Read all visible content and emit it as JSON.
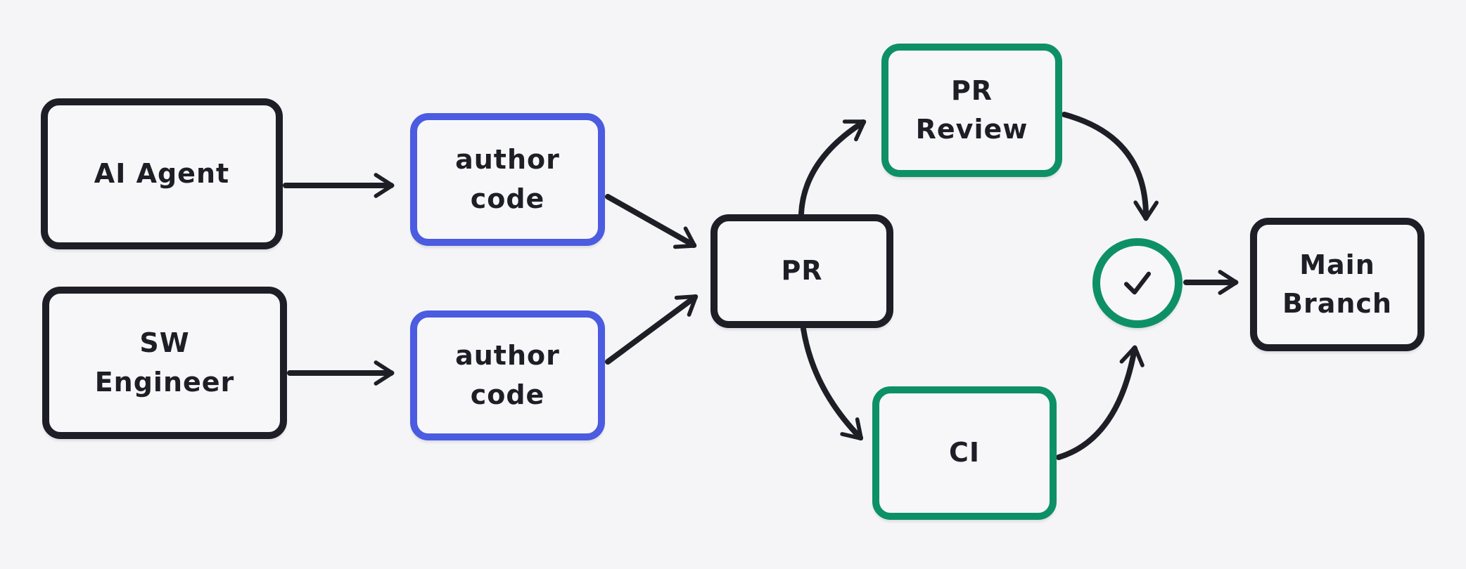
{
  "diagram": {
    "background_color": "#f5f5f8",
    "stroke_color": "#1e1e26",
    "blue_accent": "#4b5ce0",
    "green_accent": "#0e9067",
    "nodes": {
      "ai_agent": {
        "label": "AI Agent",
        "border_color": "#1e1e26"
      },
      "sw_engineer": {
        "label": "SW\nEngineer",
        "border_color": "#1e1e26"
      },
      "author_code_top": {
        "label": "author\ncode",
        "border_color": "#4b5ce0"
      },
      "author_code_bottom": {
        "label": "author\ncode",
        "border_color": "#4b5ce0"
      },
      "pr": {
        "label": "PR",
        "border_color": "#1e1e26"
      },
      "pr_review": {
        "label": "PR\nReview",
        "border_color": "#0e9067"
      },
      "ci": {
        "label": "CI",
        "border_color": "#0e9067"
      },
      "checks_passed": {
        "icon": "check-icon",
        "border_color": "#0e9067"
      },
      "main_branch": {
        "label": "Main\nBranch",
        "border_color": "#1e1e26"
      }
    },
    "edges": [
      {
        "from": "AI Agent",
        "to": "author code (top)"
      },
      {
        "from": "SW Engineer",
        "to": "author code (bottom)"
      },
      {
        "from": "author code (top)",
        "to": "PR"
      },
      {
        "from": "author code (bottom)",
        "to": "PR"
      },
      {
        "from": "PR",
        "to": "PR Review"
      },
      {
        "from": "PR",
        "to": "CI"
      },
      {
        "from": "PR Review",
        "to": "checks passed"
      },
      {
        "from": "CI",
        "to": "checks passed"
      },
      {
        "from": "checks passed",
        "to": "Main Branch"
      }
    ]
  }
}
